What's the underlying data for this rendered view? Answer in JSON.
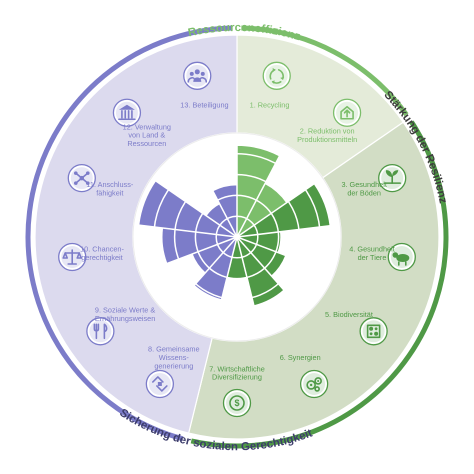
{
  "groups": {
    "ressourceneffizienz": {
      "title": "Ressourceneffizienz",
      "color": "#7cbe6b",
      "sector_color": "#e4ebd9"
    },
    "resilienz": {
      "title": "Stärkung der Resilienz",
      "color": "#4f9946",
      "sector_color": "#d2ddc5"
    },
    "gerechtigkeit": {
      "title": "Sicherung der sozialen Gerechtigkeit",
      "color": "#7c7cc9",
      "sector_color": "#dcdaee"
    }
  },
  "principles": [
    {
      "label": [
        "1. Recycling"
      ],
      "group": "ressourceneffizienz",
      "icon": "recycle-icon",
      "value": 0.88
    },
    {
      "label": [
        "2. Reduktion von",
        "Produktionsmitteln"
      ],
      "group": "ressourceneffizienz",
      "icon": "reduce-inputs-icon",
      "value": 0.58
    },
    {
      "label": [
        "3. Gesundheit",
        "der Böden"
      ],
      "group": "resilienz",
      "icon": "soil-sprout-icon",
      "value": 0.9
    },
    {
      "label": [
        "4. Gesundheit",
        "der Tiere"
      ],
      "group": "resilienz",
      "icon": "animal-health-icon",
      "value": 0.42
    },
    {
      "label": [
        "5. Biodiversität"
      ],
      "group": "resilienz",
      "icon": "biodiversity-icon",
      "value": 0.5
    },
    {
      "label": [
        "6. Synergien"
      ],
      "group": "resilienz",
      "icon": "synergy-gears-icon",
      "value": 0.68
    },
    {
      "label": [
        "7. Wirtschaftliche",
        "Diversifizierung"
      ],
      "group": "resilienz",
      "icon": "economic-diversification-icon",
      "value": 0.4
    },
    {
      "label": [
        "8. Gemeinsame",
        "Wissens-",
        "generierung"
      ],
      "group": "gerechtigkeit",
      "icon": "knowledge-exchange-icon",
      "value": 0.62
    },
    {
      "label": [
        "9. Soziale Werte &",
        "Ernährungsweisen"
      ],
      "group": "gerechtigkeit",
      "icon": "cutlery-icon",
      "value": 0.46
    },
    {
      "label": [
        "10. Chancen-",
        "gerechtigkeit"
      ],
      "group": "gerechtigkeit",
      "icon": "scales-icon",
      "value": 0.72
    },
    {
      "label": [
        "11. Anschluss-",
        "fähigkeit"
      ],
      "group": "gerechtigkeit",
      "icon": "connectivity-icon",
      "value": 0.95
    },
    {
      "label": [
        "12. Verwaltung",
        "von Land &",
        "Ressourcen"
      ],
      "group": "gerechtigkeit",
      "icon": "governance-building-icon",
      "value": 0.36
    },
    {
      "label": [
        "13. Beteiligung"
      ],
      "group": "gerechtigkeit",
      "icon": "participation-icon",
      "value": 0.5
    }
  ]
}
